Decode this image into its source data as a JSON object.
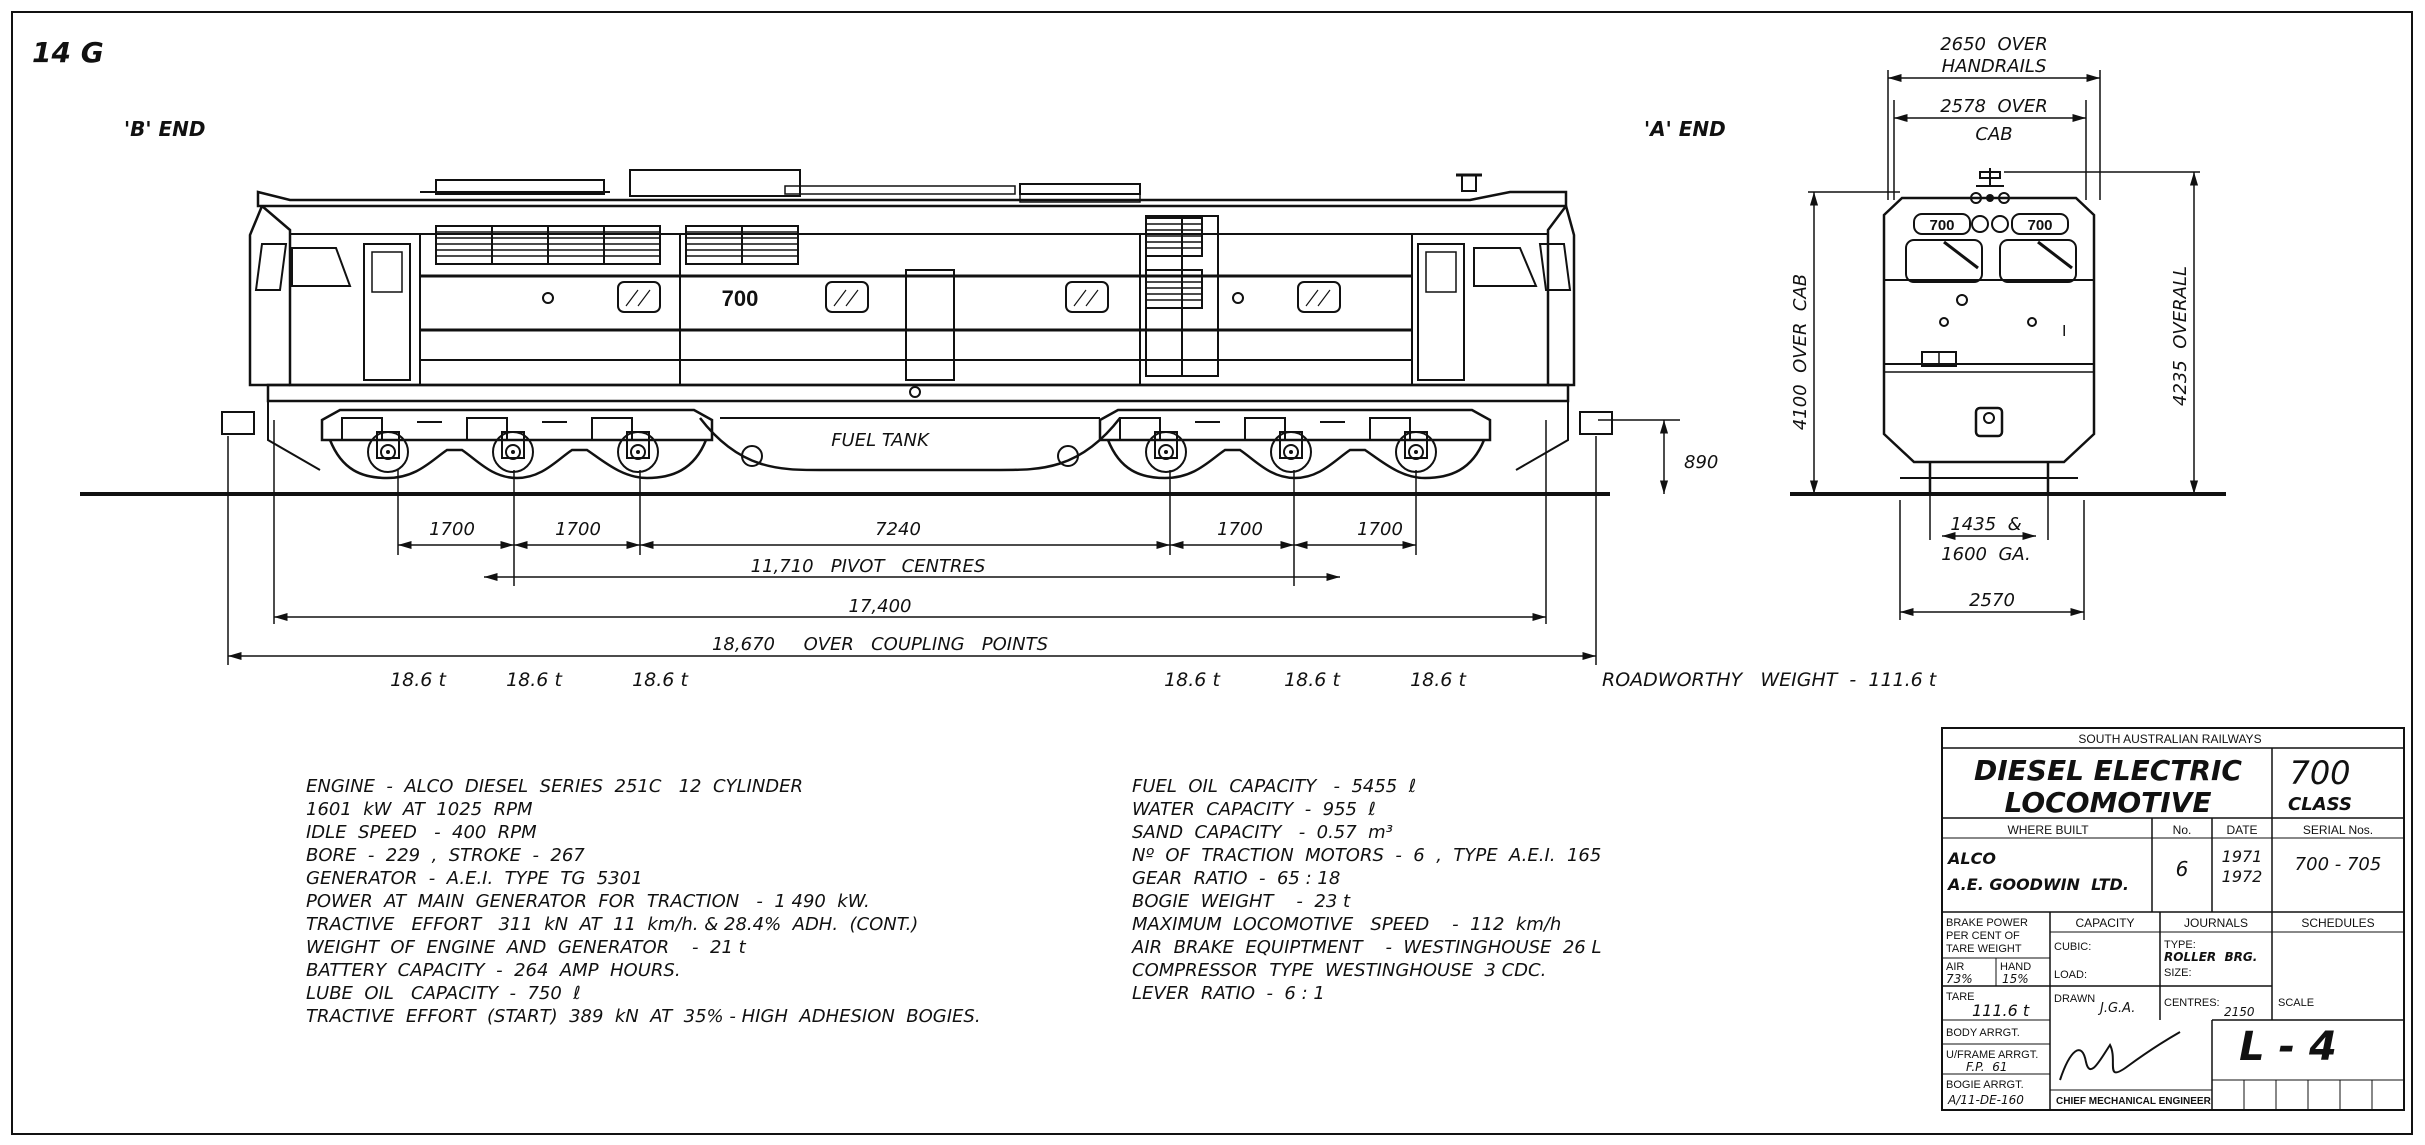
{
  "sheet": {
    "number": "14 G",
    "b_end": "'B' END",
    "a_end": "'A' END"
  },
  "locomotive": {
    "number_side": "700",
    "fuel_tank": "FUEL TANK",
    "number_front_left": "700",
    "number_front_right": "700",
    "front_mark": "I"
  },
  "dimensions": {
    "bogie_spacing": [
      "1700",
      "1700",
      "7240",
      "1700",
      "1700"
    ],
    "pivot_centres": "11,710   PIVOT   CENTRES",
    "frame_length": "17,400",
    "over_coupling": "18,670     OVER   COUPLING   POINTS",
    "height_890": "890",
    "height_cab": "4100  OVER  CAB",
    "height_overall": "4235  OVERALL",
    "width_handrails": [
      "2650  OVER",
      "HANDRAILS"
    ],
    "width_cab": [
      "2578  OVER",
      "CAB"
    ],
    "gauge": [
      "1435  &",
      "1600  GA."
    ],
    "width_bottom": "2570"
  },
  "axle_loads": {
    "left": [
      "18.6 t",
      "18.6 t",
      "18.6 t"
    ],
    "right": [
      "18.6 t",
      "18.6 t",
      "18.6 t"
    ],
    "roadworthy": "ROADWORTHY   WEIGHT  -  111.6 t"
  },
  "specs_left": [
    "ENGINE  -  ALCO  DIESEL  SERIES  251C   12  CYLINDER",
    "1601  kW  AT  1025  RPM",
    "IDLE  SPEED   -  400  RPM",
    "BORE  -  229  ,  STROKE  -  267",
    "GENERATOR  -  A.E.I.  TYPE  TG  5301",
    "POWER  AT  MAIN  GENERATOR  FOR  TRACTION   -  1 490  kW.",
    "TRACTIVE   EFFORT   311  kN  AT  11  km/h. & 28.4%  ADH.  (CONT.)",
    "WEIGHT  OF  ENGINE  AND  GENERATOR    -  21 t",
    "BATTERY  CAPACITY  -  264  AMP  HOURS.",
    "LUBE  OIL   CAPACITY  -  750  ℓ",
    "TRACTIVE  EFFORT  (START)  389  kN  AT  35% - HIGH  ADHESION  BOGIES."
  ],
  "specs_right": [
    "FUEL  OIL  CAPACITY   -  5455  ℓ",
    "WATER  CAPACITY  -  955  ℓ",
    "SAND  CAPACITY   -  0.57  m³",
    "Nº  OF  TRACTION  MOTORS  -  6  ,  TYPE  A.E.I.  165",
    "GEAR  RATIO  -  65 : 18",
    "BOGIE  WEIGHT    -  23 t",
    "MAXIMUM  LOCOMOTIVE   SPEED    -  112  km/h",
    "AIR  BRAKE  EQUIPTMENT    -  WESTINGHOUSE  26 L",
    "COMPRESSOR  TYPE  WESTINGHOUSE  3 CDC.",
    "LEVER  RATIO  -  6 : 1"
  ],
  "title_block": {
    "railway": "SOUTH AUSTRALIAN RAILWAYS",
    "title_line1": "DIESEL ELECTRIC",
    "title_line2": "LOCOMOTIVE",
    "class_number": "700",
    "class_label": "CLASS",
    "where_built_header": "WHERE BUILT",
    "no_header": "No.",
    "date_header": "DATE",
    "serial_header": "SERIAL Nos.",
    "builder_1": "ALCO",
    "builder_2": "A.E. GOODWIN  LTD.",
    "no_value": "6",
    "date_1": "1971",
    "date_2": "1972",
    "serial_value": "700 - 705",
    "brake_power": [
      "BRAKE POWER",
      "PER CENT OF",
      "TARE WEIGHT"
    ],
    "air": "AIR",
    "air_value": "73%",
    "hand": "HAND",
    "hand_value": "15%",
    "capacity_header": "CAPACITY",
    "journals_header": "JOURNALS",
    "schedules_header": "SCHEDULES",
    "cubic": "CUBIC:",
    "load": "LOAD:",
    "type": "TYPE:",
    "type_value": "ROLLER  BRG.",
    "size": "SIZE:",
    "tare": "TARE",
    "tare_value": "111.6 t",
    "drawn": "DRAWN",
    "drawn_value": "J.G.A.",
    "centres": "CENTRES:",
    "centres_value": "2150",
    "scale": "SCALE",
    "body_arrgt": "BODY ARRGT.",
    "uframe": "U/FRAME ARRGT.",
    "uframe_value": "F.P.  61",
    "bogie": "BOGIE ARRGT.",
    "bogie_value": "A/11-DE-160",
    "cme": "CHIEF MECHANICAL ENGINEER",
    "drawing_number": "L - 4"
  }
}
